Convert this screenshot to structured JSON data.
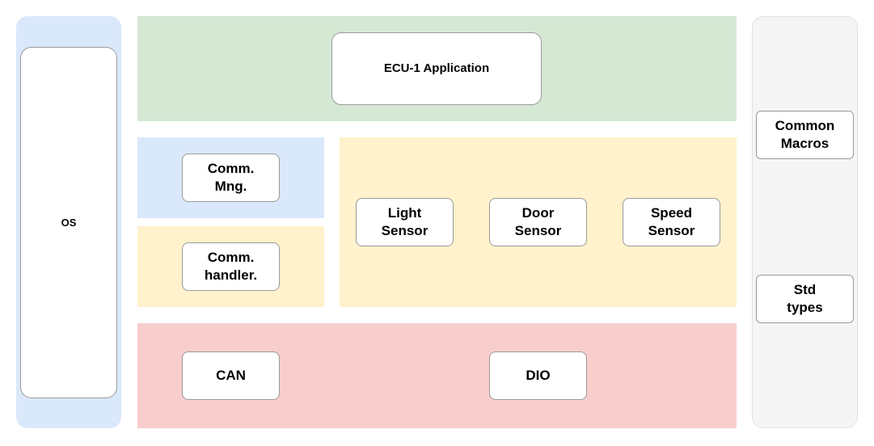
{
  "colors": {
    "os_bg": "#dae8fc",
    "app_bg": "#d5e8d4",
    "comm_mng_bg": "#dae8fc",
    "comm_handler_bg": "#fff2cc",
    "sensor_bg": "#fff2cc",
    "driver_bg": "#f8cecc",
    "common_bg": "#f5f5f5",
    "box_border": "#9a9a9a"
  },
  "os": {
    "label": "OS"
  },
  "application": {
    "label": "ECU-1 Application"
  },
  "comm_manager": {
    "label": "Comm.\nMng."
  },
  "comm_handler": {
    "label": "Comm.\nhandler."
  },
  "sensors": [
    {
      "label": "Light\nSensor"
    },
    {
      "label": "Door\nSensor"
    },
    {
      "label": "Speed\nSensor"
    }
  ],
  "drivers": [
    {
      "label": "CAN"
    },
    {
      "label": "DIO"
    }
  ],
  "common": [
    {
      "label": "Common\nMacros"
    },
    {
      "label": "Std\ntypes"
    }
  ]
}
